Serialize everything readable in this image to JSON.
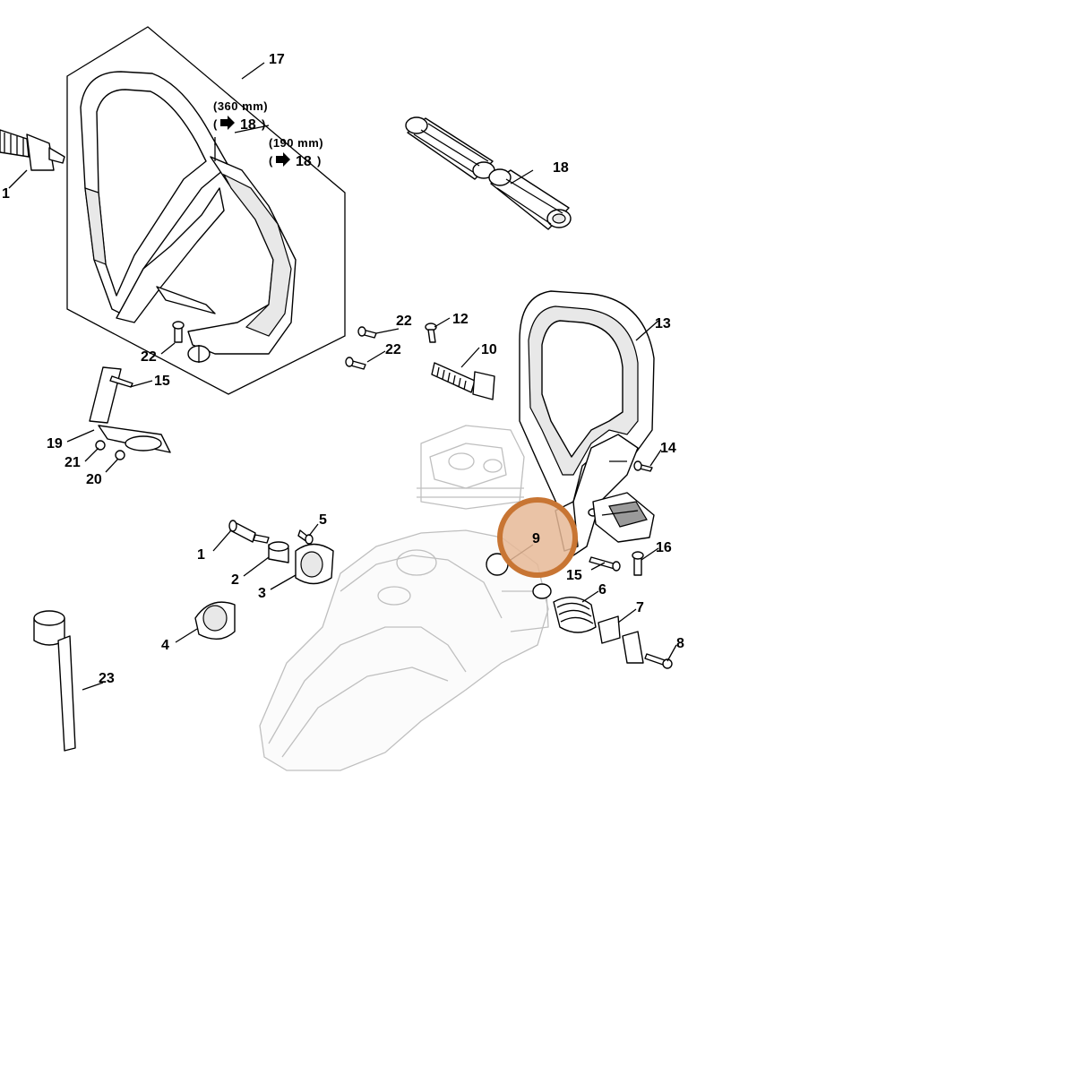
{
  "callouts": [
    "17",
    "18",
    "1",
    "22",
    "15",
    "19",
    "21",
    "20",
    "12",
    "10",
    "13",
    "14",
    "9",
    "16",
    "15",
    "6",
    "7",
    "8",
    "5",
    "1",
    "2",
    "3",
    "4",
    "23",
    "22",
    "22"
  ],
  "notes": {
    "long_length": "(360 mm)",
    "long_ref": "18",
    "short_length": "(190 mm)",
    "short_ref": "18"
  },
  "highlight": {
    "label": "9",
    "color": "#c87533"
  }
}
